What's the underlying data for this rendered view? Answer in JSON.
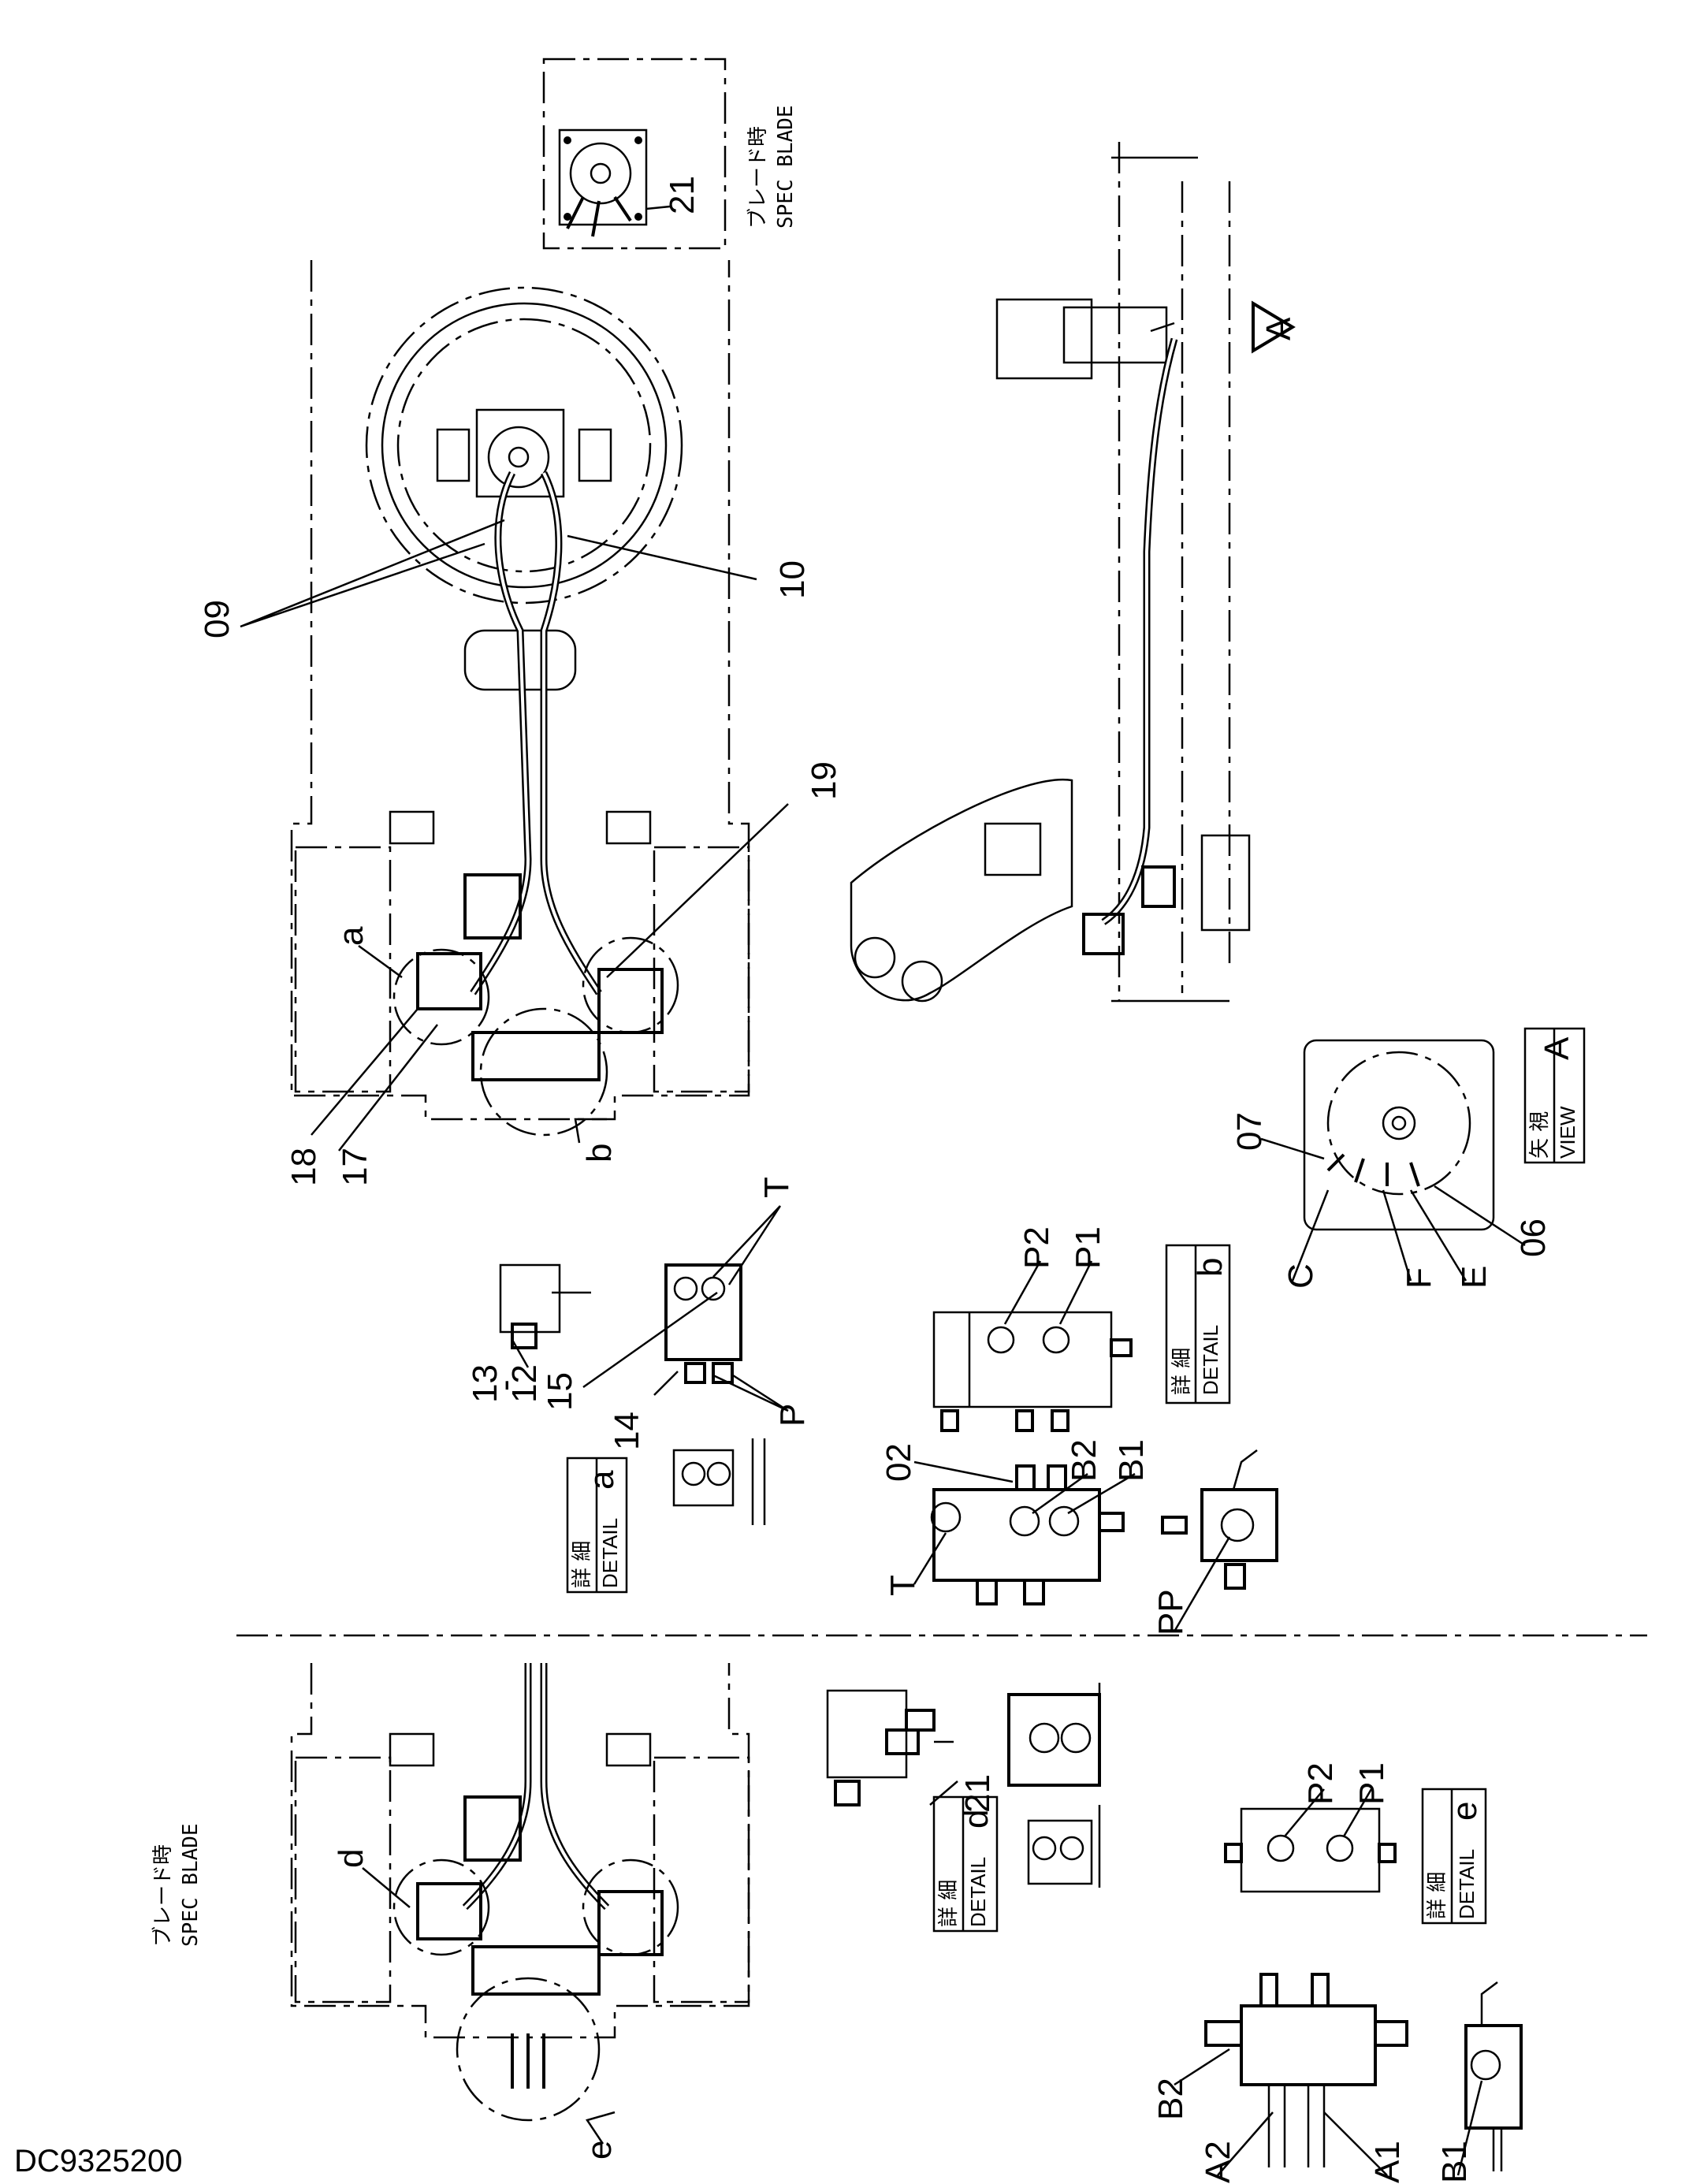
{
  "drawing_number": "DC9325200",
  "spec_blade_jp": "ブレード時",
  "spec_blade_en": "SPEC BLADE",
  "detail_a": {
    "jp": "詳 細",
    "en": "DETAIL",
    "letter": "a"
  },
  "detail_b": {
    "jp": "詳 細",
    "en": "DETAIL",
    "letter": "b"
  },
  "detail_d": {
    "jp": "詳 細",
    "en": "DETAIL",
    "letter": "d"
  },
  "detail_e": {
    "jp": "詳 細",
    "en": "DETAIL",
    "letter": "e"
  },
  "view_a": {
    "jp": "矢 視",
    "en": "VIEW",
    "letter": "A"
  },
  "view_arrow_letter": "A",
  "parts": {
    "p02": "02",
    "p06": "06",
    "p07": "07",
    "p09": "09",
    "p10": "10",
    "p12": "12",
    "p13": "13",
    "p13_dash": "-",
    "p14": "14",
    "p15": "15",
    "p17": "17",
    "p18": "18",
    "p19": "19",
    "p21_top": "21",
    "p21_detail": "21"
  },
  "ports": {
    "T_a": "T",
    "P_a": "P",
    "P1_b": "P1",
    "P2_b": "P2",
    "B1_b": "B1",
    "B2_b": "B2",
    "T_b": "T",
    "PP_b": "PP",
    "C_view": "C",
    "F_view": "F",
    "E_view": "E",
    "P1_e": "P1",
    "P2_e": "P2",
    "A1_e": "A1",
    "A2_e": "A2",
    "B1_e": "B1",
    "B2_e": "B2"
  },
  "circle_labels": {
    "a": "a",
    "b": "b",
    "d": "d",
    "e": "e"
  }
}
